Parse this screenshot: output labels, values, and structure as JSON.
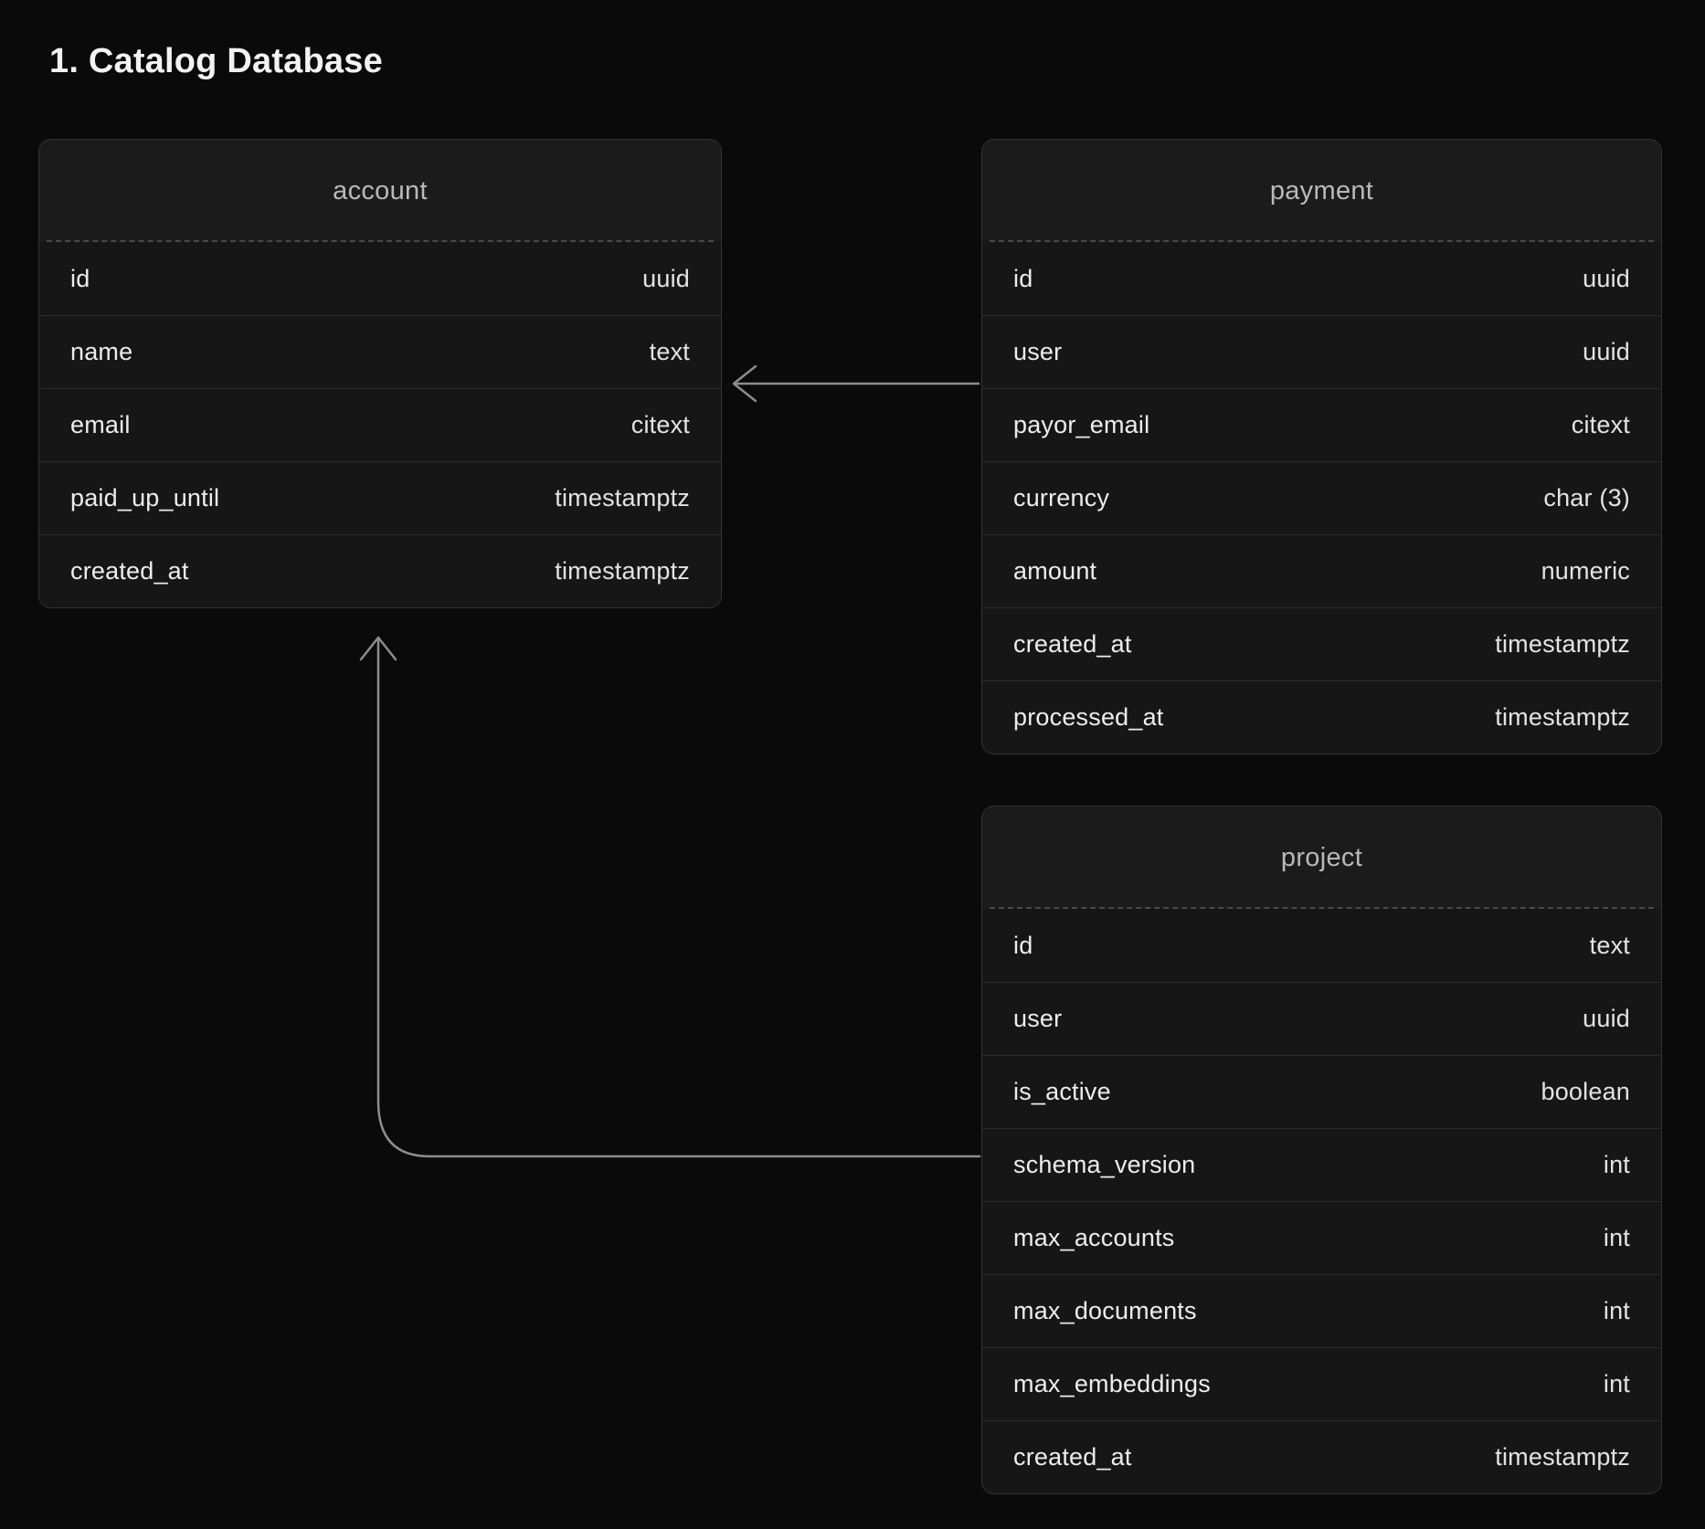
{
  "page": {
    "title": "1. Catalog Database",
    "background_color": "#0a0a0a",
    "accent_color": "#9a9a9a"
  },
  "diagram": {
    "type": "entity-relationship",
    "entities": [
      {
        "name": "account",
        "attributes": [
          {
            "name": "id",
            "type": "uuid"
          },
          {
            "name": "name",
            "type": "text"
          },
          {
            "name": "email",
            "type": "citext"
          },
          {
            "name": "paid_up_until",
            "type": "timestamptz"
          },
          {
            "name": "created_at",
            "type": "timestamptz"
          }
        ]
      },
      {
        "name": "payment",
        "attributes": [
          {
            "name": "id",
            "type": "uuid"
          },
          {
            "name": "user",
            "type": "uuid"
          },
          {
            "name": "payor_email",
            "type": "citext"
          },
          {
            "name": "currency",
            "type": "char (3)"
          },
          {
            "name": "amount",
            "type": "numeric"
          },
          {
            "name": "created_at",
            "type": "timestamptz"
          },
          {
            "name": "processed_at",
            "type": "timestamptz"
          }
        ]
      },
      {
        "name": "project",
        "attributes": [
          {
            "name": "id",
            "type": "text"
          },
          {
            "name": "user",
            "type": "uuid"
          },
          {
            "name": "is_active",
            "type": "boolean"
          },
          {
            "name": "schema_version",
            "type": "int"
          },
          {
            "name": "max_accounts",
            "type": "int"
          },
          {
            "name": "max_documents",
            "type": "int"
          },
          {
            "name": "max_embeddings",
            "type": "int"
          },
          {
            "name": "created_at",
            "type": "timestamptz"
          }
        ]
      }
    ],
    "relationships": [
      {
        "from": "payment",
        "from_attribute": "user",
        "to": "account",
        "to_attribute": "id",
        "style": "straight-arrow"
      },
      {
        "from": "project",
        "from_attribute": "user",
        "to": "account",
        "to_attribute": "id",
        "style": "elbow-arrow"
      }
    ]
  }
}
